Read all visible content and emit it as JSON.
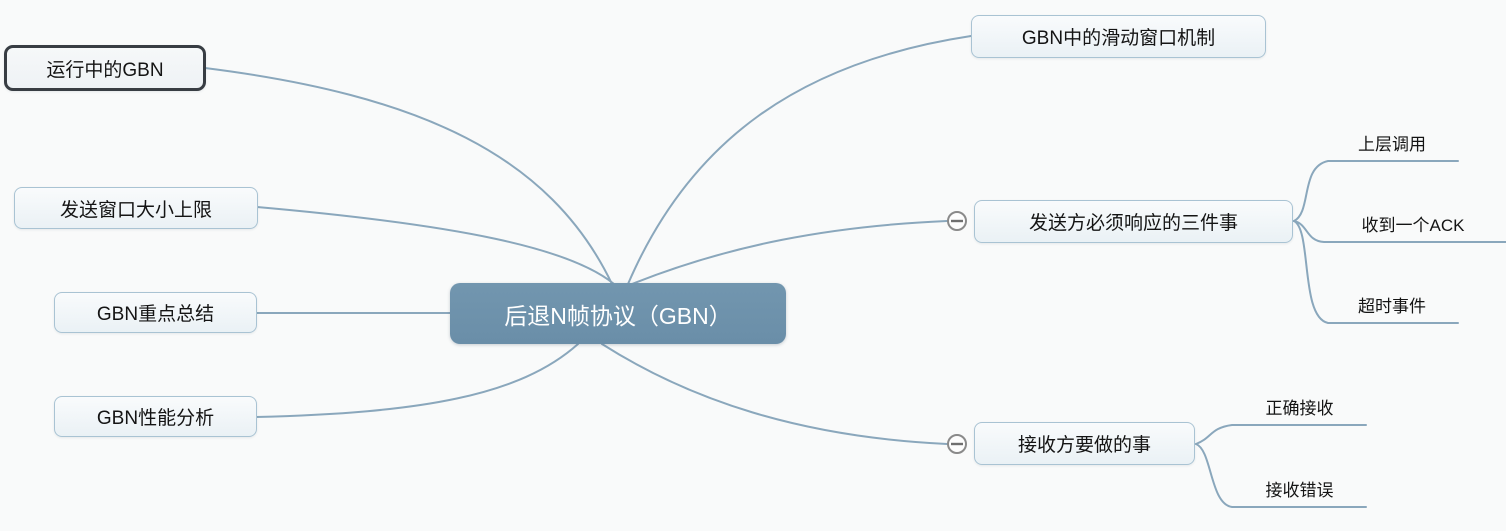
{
  "map": {
    "root": {
      "label": "后退N帧协议（GBN）"
    },
    "left_topics": [
      {
        "label": "运行中的GBN",
        "selected": true
      },
      {
        "label": "发送窗口大小上限"
      },
      {
        "label": "GBN重点总结"
      },
      {
        "label": "GBN性能分析"
      }
    ],
    "right_topics": [
      {
        "label": "GBN中的滑动窗口机制"
      },
      {
        "label": "发送方必须响应的三件事",
        "collapse_icon": "minus",
        "children": [
          {
            "label": "上层调用"
          },
          {
            "label": "收到一个ACK"
          },
          {
            "label": "超时事件"
          }
        ]
      },
      {
        "label": "接收方要做的事",
        "collapse_icon": "minus",
        "children": [
          {
            "label": "正确接收"
          },
          {
            "label": "接收错误"
          }
        ]
      }
    ],
    "colors": {
      "background": "#f9fafa",
      "root_fill": "#6d92ac",
      "root_text": "#ffffff",
      "topic_fill": "#f3f7f9",
      "topic_border": "#a9c3d3",
      "selected_border": "#383d43",
      "connector": "#8aa7bc",
      "collapse_icon_stroke": "#8a8a8a",
      "text": "#141414"
    }
  }
}
